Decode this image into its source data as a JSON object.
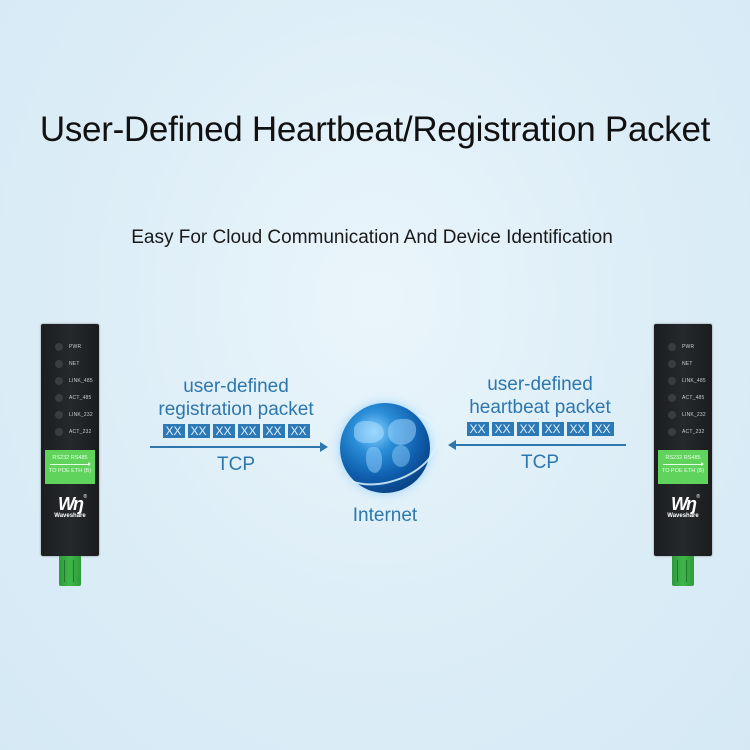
{
  "header": {
    "title": "User-Defined Heartbeat/Registration Packet",
    "subtitle": "Easy For Cloud Communication And Device Identification"
  },
  "devices": [
    {
      "side": "left",
      "leds": [
        "PWR",
        "NET",
        "LINK_485",
        "ACT_485",
        "LINK_232",
        "ACT_232"
      ],
      "label_line1": "RS232 RS485",
      "label_line2": "TO POE ETH (B)",
      "brand_mark": "Wŋ",
      "brand_reg": "®",
      "brand": "Waveshare"
    },
    {
      "side": "right",
      "leds": [
        "PWR",
        "NET",
        "LINK_485",
        "ACT_485",
        "LINK_232",
        "ACT_232"
      ],
      "label_line1": "RS232 RS485",
      "label_line2": "TO POE ETH (B)",
      "brand_mark": "Wŋ",
      "brand_reg": "®",
      "brand": "Waveshare"
    }
  ],
  "flows": {
    "registration": {
      "line1": "user-defined",
      "line2": "registration packet",
      "bytes": [
        "XX",
        "XX",
        "XX",
        "XX",
        "XX",
        "XX"
      ],
      "direction": "right",
      "protocol": "TCP"
    },
    "heartbeat": {
      "line1": "user-defined",
      "line2": "heartbeat packet",
      "bytes": [
        "XX",
        "XX",
        "XX",
        "XX",
        "XX",
        "XX"
      ],
      "direction": "left",
      "protocol": "TCP"
    }
  },
  "cloud": {
    "icon": "globe-icon",
    "label": "Internet"
  },
  "colors": {
    "accent_blue": "#2d77ad",
    "byte_box": "#2c79b5",
    "device_green": "#5fd35b",
    "terminal_green": "#3fb64a",
    "background": "#dcedf7"
  }
}
